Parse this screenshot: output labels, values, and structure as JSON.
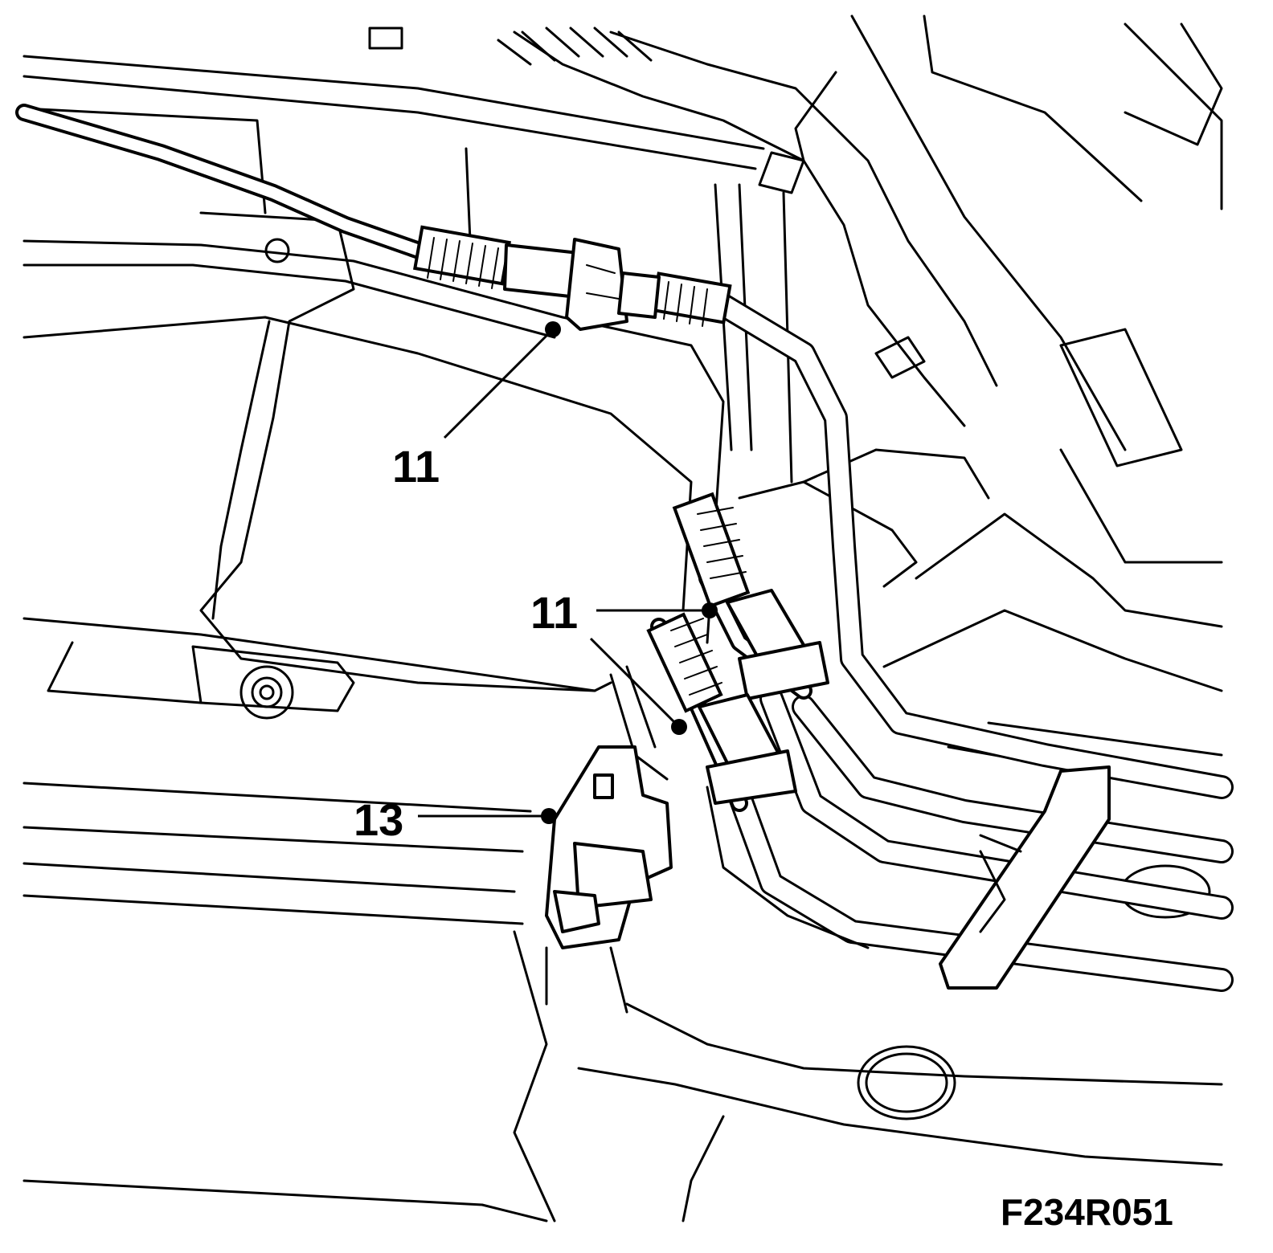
{
  "figure_code": "F234R051",
  "callouts": [
    {
      "label": "11"
    },
    {
      "label": "11"
    },
    {
      "label": "13"
    }
  ]
}
